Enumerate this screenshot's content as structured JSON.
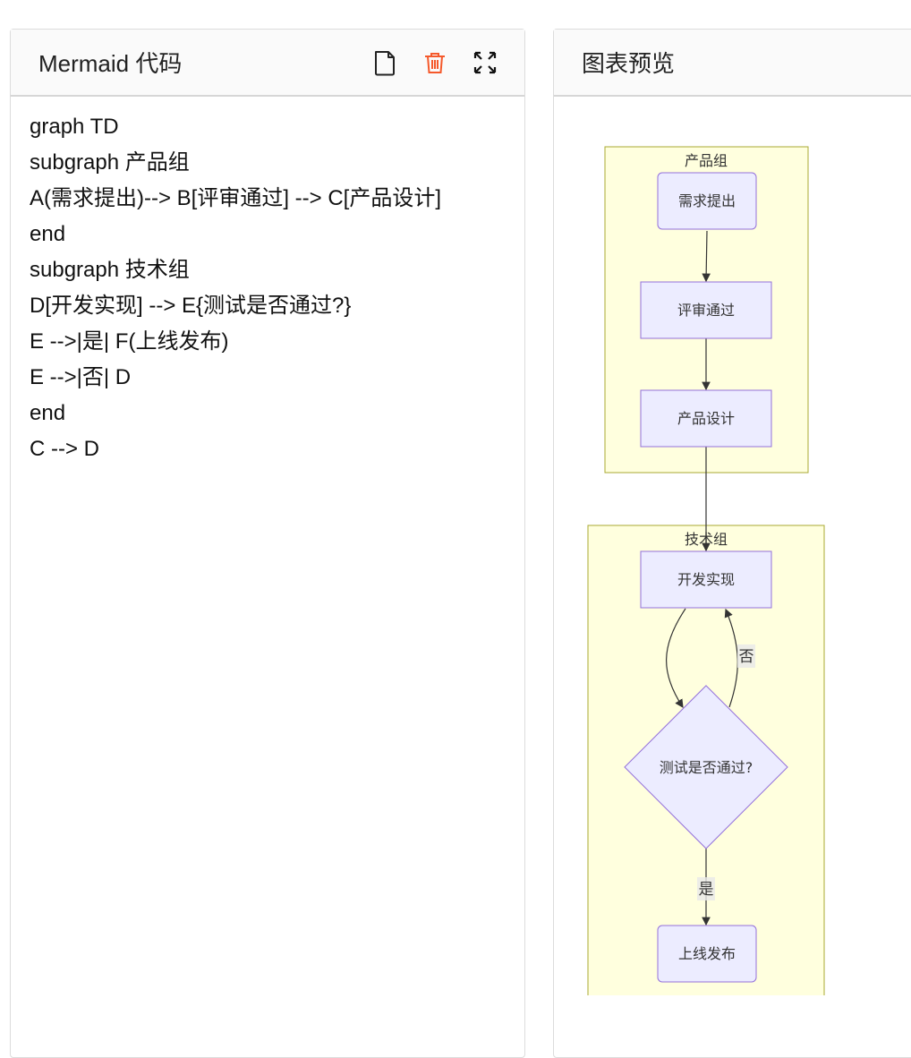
{
  "editor": {
    "title": "Mermaid 代码",
    "code": "graph TD\nsubgraph 产品组\nA(需求提出)--> B[评审通过] --> C[产品设计]\nend\nsubgraph 技术组\nD[开发实现] --> E{测试是否通过?}\nE -->|是| F(上线发布)\nE -->|否| D\nend\nC --> D",
    "icons": [
      "new-file-icon",
      "trash-icon",
      "fullscreen-icon"
    ]
  },
  "preview": {
    "title": "图表预览",
    "subgraphs": [
      "产品组",
      "技术组"
    ],
    "nodes": {
      "A": "需求提出",
      "B": "评审通过",
      "C": "产品设计",
      "D": "开发实现",
      "E": "测试是否通过?",
      "F": "上线发布"
    },
    "edge_labels": {
      "yes": "是",
      "no": "否"
    }
  },
  "colors": {
    "trash": "#f5592b",
    "node_fill": "#ececff",
    "node_stroke": "#9370db",
    "cluster_fill": "#ffffde",
    "cluster_stroke": "#aaaa33"
  }
}
